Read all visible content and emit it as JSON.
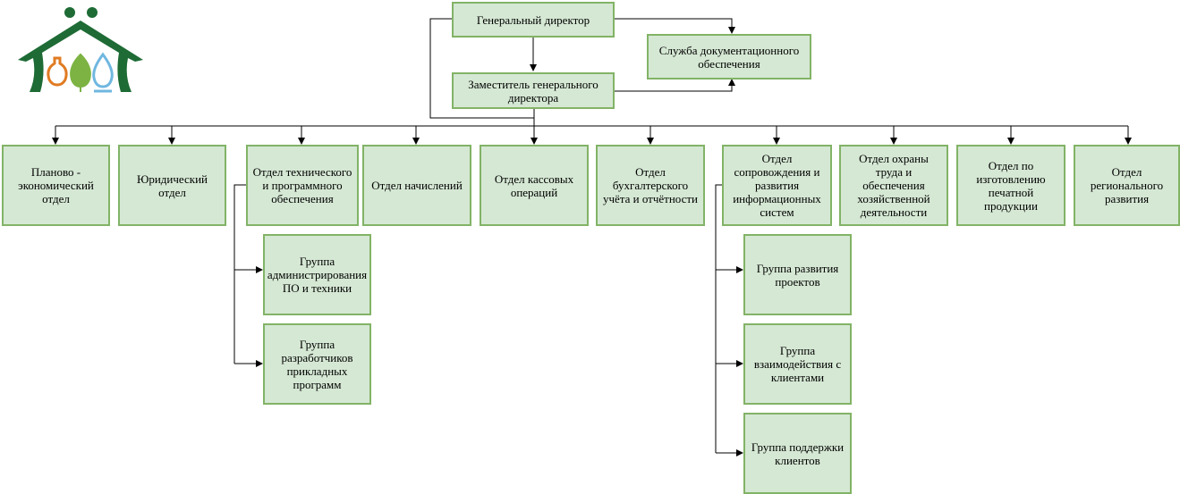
{
  "top": {
    "ceo": "Генеральный директор",
    "deputy": "Заместитель генерального директора",
    "docs": "Служба документационного обеспечения"
  },
  "departments": [
    "Планово - экономический отдел",
    "Юридический отдел",
    "Отдел технического и программного обеспечения",
    "Отдел начислений",
    "Отдел кассовых операций",
    "Отдел бухгалтерского учёта и отчётности",
    "Отдел сопровождения и развития информационных систем",
    "Отдел охраны труда и обеспечения хозяйственной деятельности",
    "Отдел по изготовлению печатной продукции",
    "Отдел регионального развития"
  ],
  "tech_groups": [
    "Группа администрирования ПО и техники",
    "Группа разработчиков прикладных программ"
  ],
  "is_groups": [
    "Группа развития проектов",
    "Группа взаимодействия с клиентами",
    "Группа поддержки клиентов"
  ],
  "colors": {
    "fill": "#d5e8d4",
    "border": "#82b366",
    "logo_green": "#1e6b35",
    "orange": "#e07b22",
    "leaf": "#7cb342",
    "blue": "#6fb7e0"
  }
}
